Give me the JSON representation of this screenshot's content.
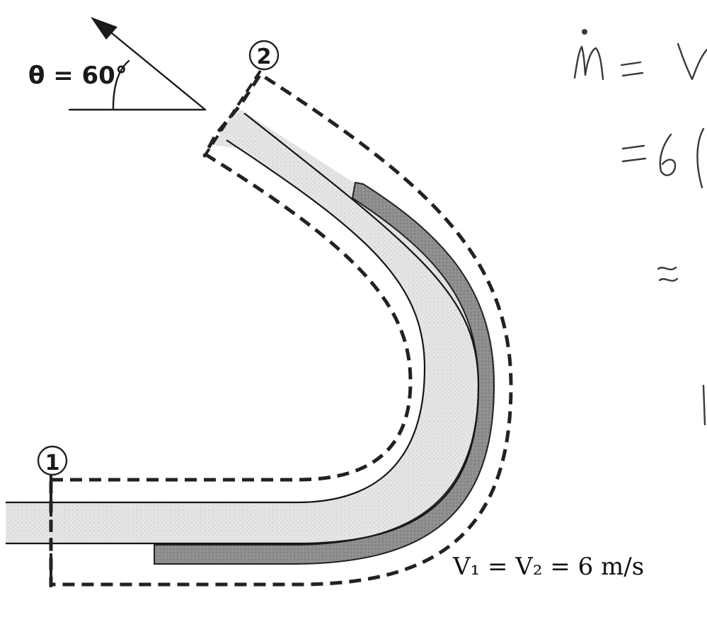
{
  "diagram": {
    "angle_label": "θ = 60°",
    "station_1": "1",
    "station_2": "2",
    "velocity_text": "V₁ = V₂ =  6 m/s"
  },
  "handwriting": {
    "text": "ṁ = V … = 6( … ≈ …",
    "color": "#3a3a3a"
  },
  "colors": {
    "pipe_fill": "#e4e4e4",
    "support_fill": "#8f8f8f",
    "ink": "#1a1a1a"
  }
}
